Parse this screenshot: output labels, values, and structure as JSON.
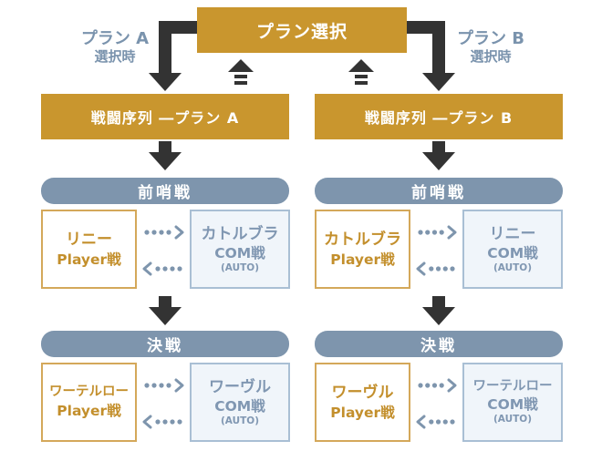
{
  "header": {
    "title": "プラン選択"
  },
  "labels": {
    "plan_a_line1": "プラン A",
    "plan_a_line2": "選択時",
    "plan_b_line1": "プラン B",
    "plan_b_line2": "選択時"
  },
  "columns": [
    {
      "title": "戦闘序列 ―プラン A",
      "stages": [
        {
          "stage": "前哨戦",
          "player_name": "リニー",
          "player_mode": "Player戦",
          "com_name": "カトルブラ",
          "com_mode": "COM戦",
          "com_auto": "(AUTO)"
        },
        {
          "stage": "決戦",
          "player_name": "ワーテルロー",
          "player_mode": "Player戦",
          "com_name": "ワーヴル",
          "com_mode": "COM戦",
          "com_auto": "(AUTO)"
        }
      ]
    },
    {
      "title": "戦闘序列 ―プラン B",
      "stages": [
        {
          "stage": "前哨戦",
          "player_name": "カトルブラ",
          "player_mode": "Player戦",
          "com_name": "リニー",
          "com_mode": "COM戦",
          "com_auto": "(AUTO)"
        },
        {
          "stage": "決戦",
          "player_name": "ワーヴル",
          "player_mode": "Player戦",
          "com_name": "ワーテルロー",
          "com_mode": "COM戦",
          "com_auto": "(AUTO)"
        }
      ]
    }
  ],
  "colors": {
    "gold": "#c9962e",
    "pill": "#7e95ad",
    "arrow": "#333333",
    "dotted_arrow": "#7e95ad",
    "player_border": "#d4a85a",
    "com_border": "#a9bfd4"
  }
}
